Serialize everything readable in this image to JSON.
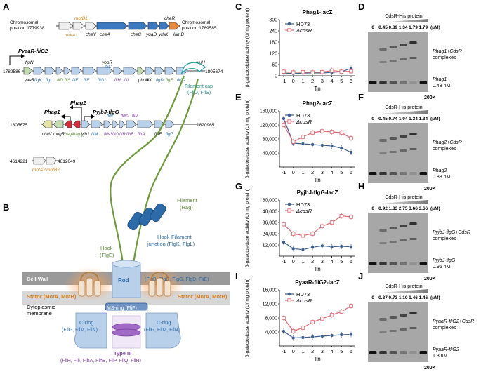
{
  "panels": {
    "A": "A",
    "B": "B",
    "C": "C",
    "D": "D",
    "E": "E",
    "F": "F",
    "G": "G",
    "H": "H",
    "I": "I",
    "J": "J"
  },
  "panelA": {
    "row1": {
      "left_pos_line1": "Chromosomal",
      "left_pos_line2": "position:1779938",
      "right_pos_line1": "Chromosomal",
      "right_pos_line2": "position:1789585",
      "genes_top": [
        "motB1",
        "cheR"
      ],
      "genes_mid": [
        "cheY",
        "cheA",
        "cheC",
        "yqaD",
        "yrhK",
        "lamB"
      ],
      "gene_bottom": "motA1"
    },
    "row2": {
      "promoter": "PyaaR-fliG2",
      "left_coord": "1789586",
      "right_coord": "1805674",
      "genes_top": [
        "flgN",
        "yopR",
        "fliC",
        "yxuH"
      ],
      "genes_bottom": [
        "yaaR",
        "flgK",
        "flgL",
        "fliD",
        "fliS",
        "fliE",
        "fliF",
        "fliG1",
        "fliH",
        "fliI",
        "phoU",
        "fliK",
        "flgD",
        "flgE",
        "fliG2"
      ]
    },
    "row3": {
      "promoters": [
        "Phag2",
        "Phag1",
        "PyjbJ-flgG"
      ],
      "left_coord": "1805675",
      "right_coord": "1820965",
      "genes_top": [
        "fliN1",
        "fliN2",
        "fliP"
      ],
      "genes_bottom": [
        "cheV",
        "mogR",
        "hag1",
        "hag2",
        "yjbJ",
        "fliM",
        "fliN3",
        "fliQ",
        "fliR",
        "flhB",
        "flhA",
        "flhF",
        "flgG"
      ]
    },
    "row4": {
      "left_coord": "4614221",
      "right_coord": "4612049",
      "genes": [
        "motA2",
        "motB2"
      ]
    }
  },
  "panelB": {
    "filament_cap": "Filament cap",
    "filament_cap_sub": "(FliD, FliS)",
    "filament": "Filament",
    "filament_sub": "(Hag)",
    "hook": "Hook",
    "hook_sub": "(FlgE)",
    "junction": "Hook-Filament",
    "junction_sub": "junction (FlgK, FlgL)",
    "cell_wall": "Cell Wall",
    "rod": "Rod",
    "rod_sub": "(FlgB, FlgC, FlgG, FlgD, FliE)",
    "stator_left": "Stator (MotA, MotB)",
    "stator_right": "Stator (MotA, MotB)",
    "cyto1": "Cytoplasmic",
    "cyto2": "membrane",
    "ms_ring": "MS-ring (FliF)",
    "c_ring_left": "C-ring",
    "c_ring_left_sub": "(FliG, FliM, FliN)",
    "c_ring_right": "C-ring",
    "c_ring_right_sub": "(FliG, FliM, FliN)",
    "type3": "Type III",
    "type3_sub": "(FliH, FliI, FlhA, FlhB, FliP, FliQ, FliR)"
  },
  "colors": {
    "hd73": "#3d5e8e",
    "cdsr": "#e06870",
    "che": "#3a78c0",
    "fli": "#b9d0ea",
    "green_gene": "#c3dbb2",
    "orange_gene": "#e5893d",
    "hag": "#d42e3a",
    "label_green": "#5e8a3a",
    "label_blue": "#2c6aa8",
    "label_orange": "#d47f1e",
    "label_purple": "#7b3fa0"
  },
  "chart_data": [
    {
      "id": "C",
      "type": "line",
      "title": "Phag1-lacZ",
      "ylabel": "β-galactosidase activity (U/ mg protein)",
      "xlabel": "Tn",
      "x": [
        -1,
        0,
        1,
        2,
        3,
        4,
        5,
        6
      ],
      "ylim": [
        0,
        300
      ],
      "yticks": [
        0,
        60,
        120,
        180,
        240,
        300
      ],
      "series": [
        {
          "name": "HD73",
          "values": [
            15,
            12,
            14,
            16,
            15,
            18,
            22,
            40
          ]
        },
        {
          "name": "ΔcdsR",
          "values": [
            22,
            18,
            20,
            18,
            20,
            28,
            22,
            24
          ]
        }
      ]
    },
    {
      "id": "E",
      "type": "line",
      "title": "Phag2-lacZ",
      "ylabel": "β-galactosidase activity (U/ mg protein)",
      "xlabel": "Tn",
      "x": [
        -1,
        0,
        1,
        2,
        3,
        4,
        5,
        6
      ],
      "ylim": [
        0,
        160000
      ],
      "yticks": [
        40000,
        80000,
        120000,
        160000
      ],
      "yticklabels": [
        "40,000",
        "80,000",
        "120,000",
        "160,000"
      ],
      "series": [
        {
          "name": "HD73",
          "values": [
            138000,
            68000,
            66000,
            64000,
            62000,
            60000,
            54000,
            42000
          ]
        },
        {
          "name": "ΔcdsR",
          "values": [
            120000,
            72000,
            86000,
            98000,
            102000,
            100000,
            98000,
            82000
          ]
        }
      ]
    },
    {
      "id": "G",
      "type": "line",
      "title": "PyjbJ-flgG-lacZ",
      "ylabel": "β-galactosidase activity (U/ mg protein)",
      "xlabel": "Tn",
      "x": [
        -1,
        0,
        1,
        2,
        3,
        4,
        5,
        6
      ],
      "ylim": [
        0,
        60000
      ],
      "yticks": [
        12000,
        24000,
        36000,
        48000,
        60000
      ],
      "yticklabels": [
        "12,000",
        "24,000",
        "36,000",
        "48,000",
        "60,000"
      ],
      "series": [
        {
          "name": "HD73",
          "values": [
            15000,
            8000,
            7000,
            9500,
            11000,
            10000,
            10500,
            10000
          ]
        },
        {
          "name": "ΔcdsR",
          "values": [
            34000,
            24000,
            22000,
            24000,
            32000,
            36000,
            43000,
            42000
          ]
        }
      ]
    },
    {
      "id": "I",
      "type": "line",
      "title": "PyaaR-fliG2-lacZ",
      "ylabel": "β-galactosidase activity (U/ mg protein)",
      "xlabel": "Tn",
      "x": [
        -1,
        0,
        1,
        2,
        3,
        4,
        5,
        6
      ],
      "ylim": [
        0,
        16000
      ],
      "yticks": [
        4000,
        8000,
        12000,
        16000
      ],
      "yticklabels": [
        "4,000",
        "8,000",
        "12,000",
        "16,000"
      ],
      "series": [
        {
          "name": "HD73",
          "values": [
            4200,
            2300,
            2400,
            2600,
            2800,
            3000,
            3200,
            3300
          ]
        },
        {
          "name": "ΔcdsR",
          "values": [
            8000,
            4200,
            5200,
            6800,
            7800,
            8800,
            9800,
            11400
          ]
        }
      ]
    }
  ],
  "gels": [
    {
      "id": "D",
      "header": "CdsR-His protein",
      "unit": "(μM)",
      "concentrations": [
        "0",
        "0.45",
        "0.89",
        "1.34",
        "1.79",
        "1.79"
      ],
      "complex_label_1": "Phag1+CdsR",
      "complex_label_2": "complexes",
      "free_label": "Phag1",
      "free_conc": "0.48 nM",
      "excess": "200×"
    },
    {
      "id": "F",
      "header": "CdsR-His protein",
      "unit": "(μM)",
      "concentrations": [
        "0",
        "0.45",
        "0.74",
        "1.04",
        "1.34",
        "1.34"
      ],
      "complex_label_1": "Phag2+CdsR",
      "complex_label_2": "complexes",
      "free_label": "Phag2",
      "free_conc": "0.88 nM",
      "excess": "200×"
    },
    {
      "id": "H",
      "header": "CdsR-His protein",
      "unit": "(μM)",
      "concentrations": [
        "0",
        "0.92",
        "1.83",
        "2.75",
        "3.66",
        "3.66"
      ],
      "complex_label_1": "PyjbJ-flgG+CdsR",
      "complex_label_2": "complexes",
      "free_label": "PyjbJ-flgG",
      "free_conc": "0.96 nM",
      "excess": "200×"
    },
    {
      "id": "J",
      "header": "CdsR-His protein",
      "unit": "(μM)",
      "concentrations": [
        "0",
        "0.37",
        "0.73",
        "1.10",
        "1.46",
        "1.46"
      ],
      "complex_label_1": "PyaaR-fliG2+CdsR",
      "complex_label_2": "complexes",
      "free_label": "PyaaR-fliG2",
      "free_conc": "1.3 nM",
      "excess": "200×"
    }
  ]
}
